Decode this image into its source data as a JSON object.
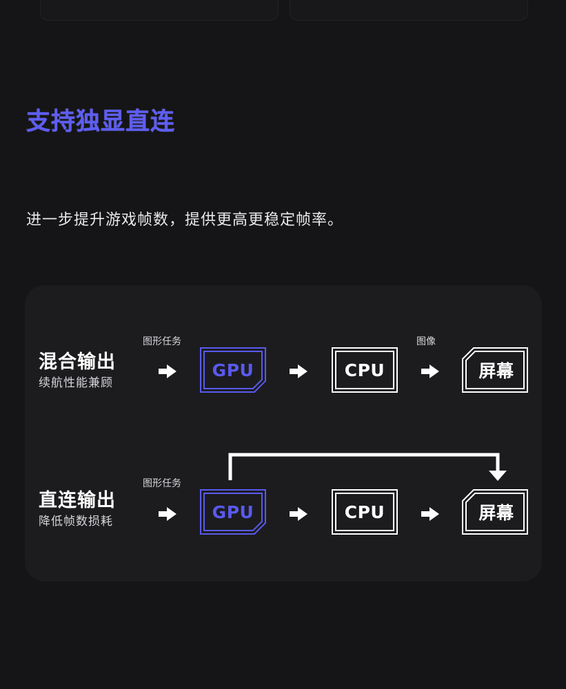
{
  "section": {
    "title": "支持独显直连",
    "subtitle": "进一步提升游戏帧数，提供更高更稳定帧率。"
  },
  "colors": {
    "background": "#151517",
    "panel": "#1c1c1f",
    "accent": "#5a5aee",
    "text": "#ffffff"
  },
  "rows": [
    {
      "label": "混合输出",
      "sublabel": "续航性能兼顾",
      "task_tag": "图形任务",
      "image_tag": "图像",
      "gpu": "GPU",
      "cpu": "CPU",
      "screen": "屏幕"
    },
    {
      "label": "直连输出",
      "sublabel": "降低帧数损耗",
      "task_tag": "图形任务",
      "gpu": "GPU",
      "cpu": "CPU",
      "screen": "屏幕"
    }
  ],
  "icons": {
    "flow_arrow": "right-arrow-icon",
    "bypass": "bypass-down-arrow-icon"
  }
}
